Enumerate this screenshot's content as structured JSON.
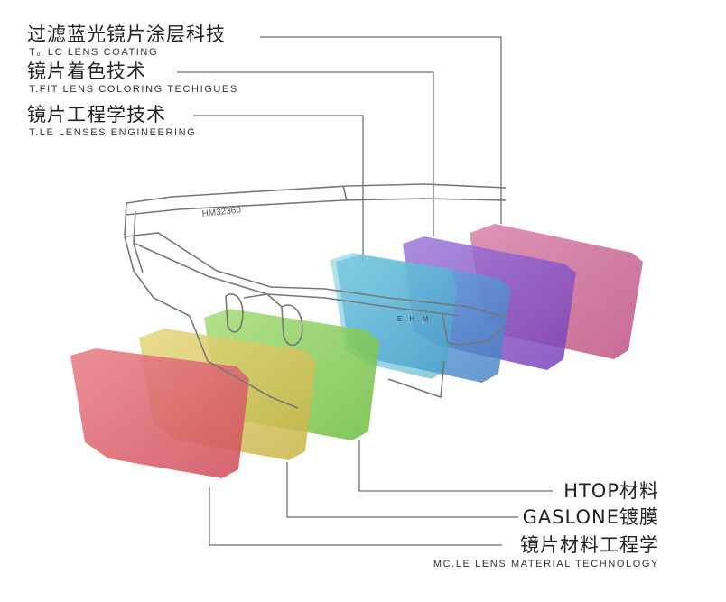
{
  "top_callouts": [
    {
      "cn": "过滤蓝光镜片涂层科技",
      "en": "T。LC LENS COATING"
    },
    {
      "cn": "镜片着色技术",
      "en": "T.FIT LENS COLORING TECHIGUES"
    },
    {
      "cn": "镜片工程学技术",
      "en": "T.LE LENSES ENGINEERING"
    }
  ],
  "bottom_callouts": [
    {
      "cn": "HTOP材料"
    },
    {
      "cn": "GASLONE镀膜"
    },
    {
      "cn": "镜片材料工程学",
      "en": "MC.LE LENS MATERIAL TECHNOLOGY"
    }
  ],
  "frame": {
    "temple_marking": "HM32360",
    "bridge_marking": "E.H.M"
  },
  "colors": {
    "lens_pink_violet": "#cc6e98",
    "lens_purple": "#8a4fc2",
    "lens_blue": "#4e8fcc",
    "lens_cyan": "#52bfd0",
    "lens_green": "#88cc58",
    "lens_yellow": "#d6c65c",
    "lens_red": "#dc6068",
    "leader_line": "#444444",
    "frame_line": "#777777"
  }
}
